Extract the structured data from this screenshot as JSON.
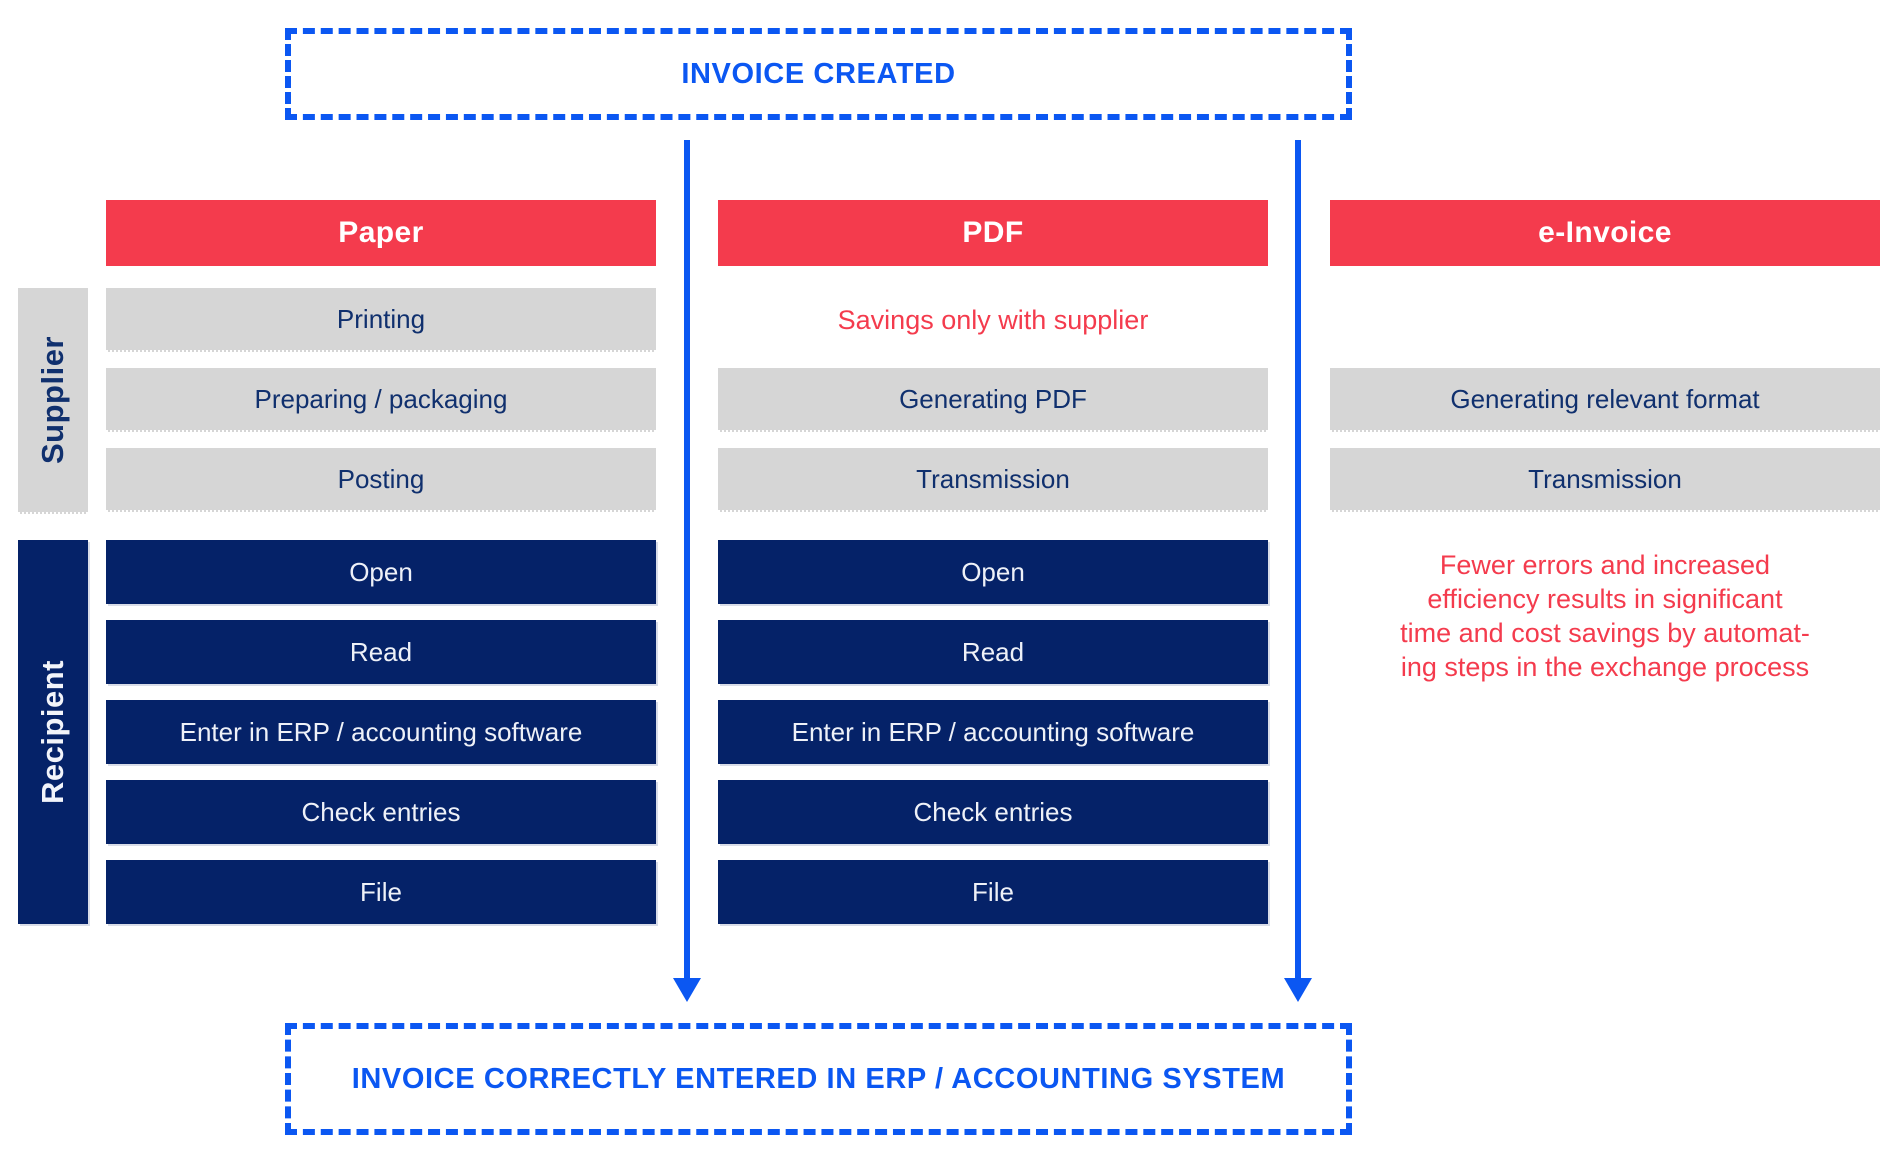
{
  "top_banner": {
    "label": "INVOICE CREATED"
  },
  "bottom_banner": {
    "label": "INVOICE CORRECTLY ENTERED IN ERP / ACCOUNTING SYSTEM"
  },
  "side_labels": {
    "supplier": "Supplier",
    "recipient": "Recipient"
  },
  "columns": {
    "paper": {
      "header": "Paper",
      "supplier": [
        "Printing",
        "Preparing / packaging",
        "Posting"
      ],
      "recipient": [
        "Open",
        "Read",
        "Enter in ERP / accounting software",
        "Check entries",
        "File"
      ]
    },
    "pdf": {
      "header": "PDF",
      "supplier_note": "Savings only with supplier",
      "supplier": [
        "Generating PDF",
        "Transmission"
      ],
      "recipient": [
        "Open",
        "Read",
        "Enter in ERP / accounting software",
        "Check entries",
        "File"
      ]
    },
    "einvoice": {
      "header": "e-Invoice",
      "supplier": [
        "Generating relevant format",
        "Transmission"
      ],
      "benefit_note_lines": [
        "Fewer errors and increased",
        "efficiency results in significant",
        "time and cost savings by automat-",
        "ing steps in the exchange process"
      ]
    }
  },
  "colors": {
    "accent-blue": "#0b57f2",
    "accent-red": "#f43b4d",
    "navy": "#052268",
    "gray": "#d6d6d6",
    "text-navy": "#10306e"
  }
}
